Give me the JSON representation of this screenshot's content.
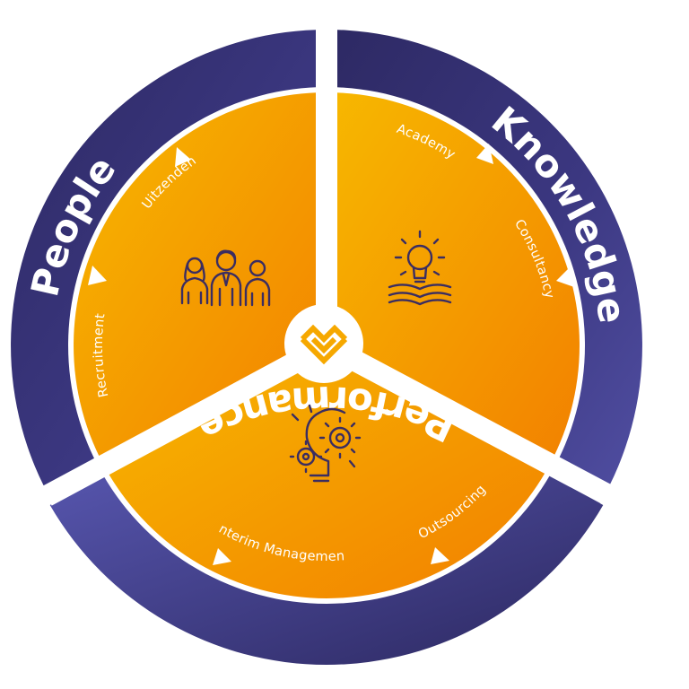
{
  "diagram": {
    "sectors": [
      {
        "id": "people",
        "label": "People",
        "services": [
          "Recruitment",
          "Uitzenden"
        ],
        "icon": "people-group-icon"
      },
      {
        "id": "knowledge",
        "label": "Knowledge",
        "services": [
          "Academy",
          "Consultancy"
        ],
        "icon": "lightbulb-book-icon"
      },
      {
        "id": "performance",
        "label": "Performance",
        "services": [
          "Interim Management",
          "Outsourcing"
        ],
        "icon": "gear-brain-icon"
      }
    ],
    "center_icon": "interlocking-chevrons-logo-icon",
    "colors": {
      "ring": "#35306e",
      "ring_light": "#4f4e9f",
      "segment_light": "#f7b500",
      "segment_dark": "#f28500",
      "icon_stroke": "#3b2d61",
      "text": "#ffffff",
      "gap": "#ffffff"
    }
  }
}
